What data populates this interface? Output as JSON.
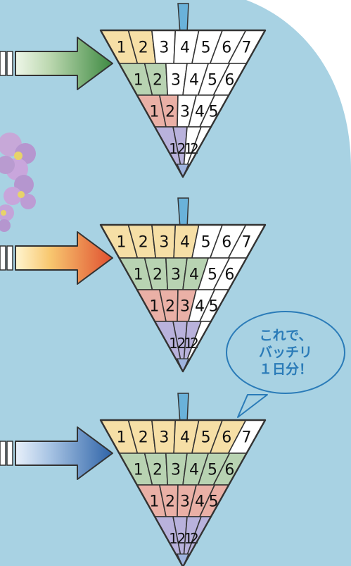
{
  "colors": {
    "background_circle": "#a8d2e3",
    "row1_filled": "#f6dfa6",
    "row2_filled": "#b8d3b2",
    "row3_filled": "#eab0a6",
    "row4_filled": "#b9b2dc",
    "empty_cell": "#ffffff",
    "stick": "#6ab2da",
    "tip": "#9fb4de",
    "arrow_green": "#3e8a42",
    "arrow_orange": "#e05030",
    "arrow_blue": "#2f64a8",
    "bubble_text": "#2a7bb8"
  },
  "row_numbers": [
    [
      "1",
      "2",
      "3",
      "4",
      "5",
      "6",
      "7"
    ],
    [
      "1",
      "2",
      "3",
      "4",
      "5",
      "6"
    ],
    [
      "1",
      "2",
      "3",
      "4",
      "5"
    ],
    [
      "1",
      "2",
      "1",
      "2"
    ]
  ],
  "panels": [
    {
      "arrow": "green",
      "filled": [
        2,
        2,
        2,
        2
      ]
    },
    {
      "arrow": "orange",
      "filled": [
        4,
        4,
        3,
        3
      ]
    },
    {
      "arrow": "blue",
      "filled": [
        6,
        6,
        5,
        4
      ]
    }
  ],
  "bubble": {
    "line1": "これで、",
    "line2": "バッチリ",
    "line3": "１日分！"
  }
}
